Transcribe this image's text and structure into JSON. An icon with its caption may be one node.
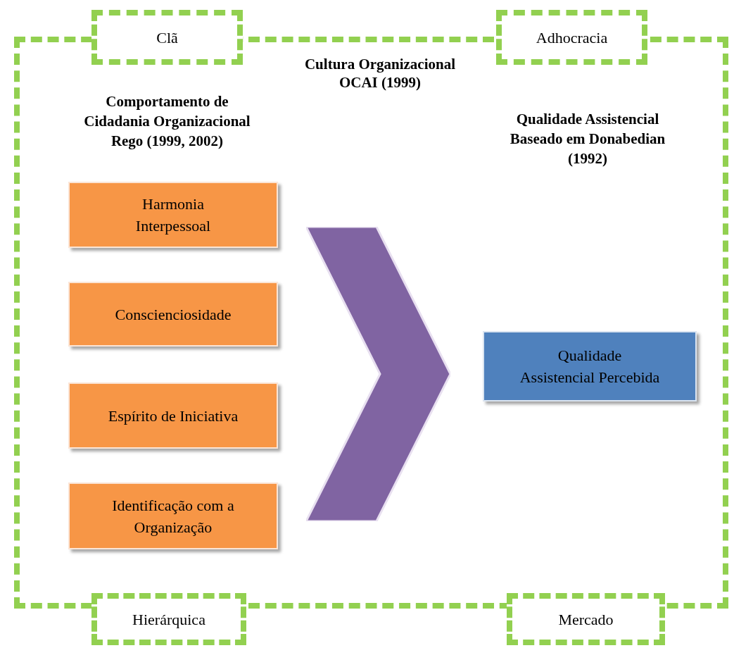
{
  "diagram": {
    "nodes": [
      {
        "text": [
          "Cultura Organizacional OCAI (1999)"
        ]
      },
      {
        "text": [
          "Clã"
        ]
      },
      {
        "text": [
          "Adhocracia"
        ]
      },
      {
        "text": [
          "Harmonia Interpessoal"
        ],
        "in": 0
      },
      {
        "text": [
          "Conscienciosidade"
        ],
        "in": 0
      },
      {
        "text": [
          "Espírito de Iniciativa"
        ],
        "in": 0
      },
      {
        "text": [
          "Identificação com a Organização"
        ],
        "in": 0
      },
      {
        "text": [],
        "shape": "chevron",
        "in": 0
      },
      {
        "text": [
          "Qualidade Assistencial Percebida"
        ],
        "in": 0
      },
      {
        "text": [
          "Hierárquica"
        ]
      },
      {
        "text": [
          "Mercado"
        ]
      }
    ],
    "labels": [
      "Comportamento de Cidadania Organizacional Rego (1999, 2002)",
      "Qualidade Assistencial Baseado em Donabedian (1992)"
    ]
  }
}
